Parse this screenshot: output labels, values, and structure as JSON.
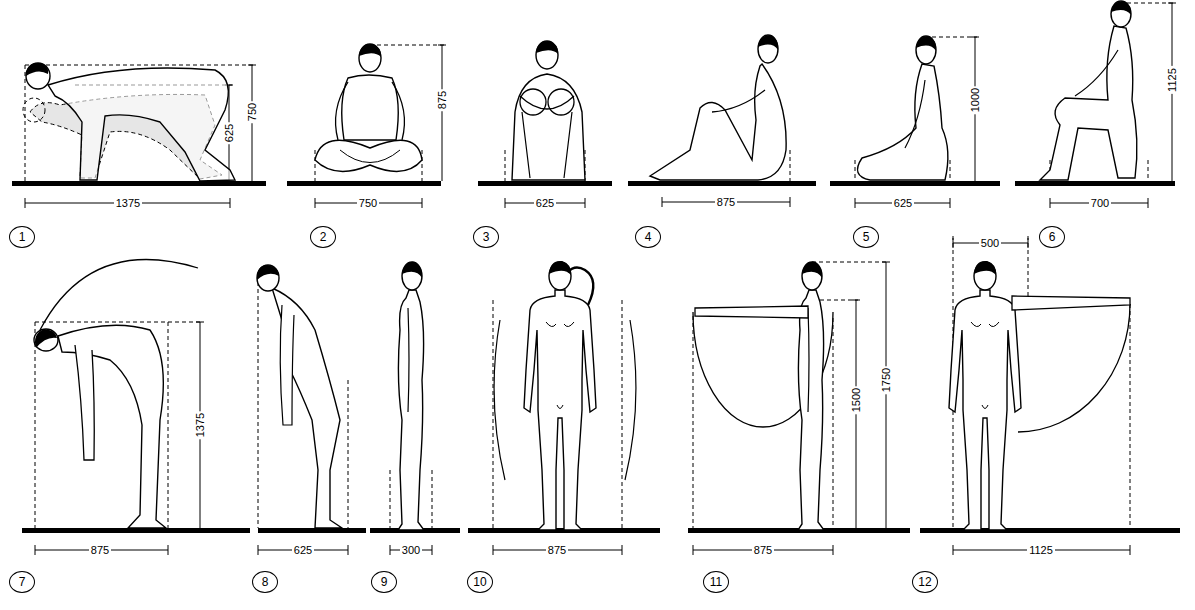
{
  "diagram": {
    "nodes": [
      {
        "text": [
          "1"
        ]
      },
      {
        "text": [
          "2"
        ]
      },
      {
        "text": [
          "3"
        ]
      },
      {
        "text": [
          "4"
        ]
      },
      {
        "text": [
          "5"
        ]
      },
      {
        "text": [
          "6"
        ]
      },
      {
        "text": [
          "7"
        ]
      },
      {
        "text": [
          "8"
        ]
      },
      {
        "text": [
          "9"
        ]
      },
      {
        "text": [
          "10"
        ]
      },
      {
        "text": [
          "11"
        ]
      },
      {
        "text": [
          "12"
        ]
      }
    ],
    "labels": [
      "750",
      "625",
      "1375",
      "875",
      "750",
      "625",
      "875",
      "1000",
      "625",
      "1125",
      "700",
      "1375",
      "875",
      "625",
      "300",
      "875",
      "1500",
      "1750",
      "875",
      "500",
      "1125"
    ]
  }
}
